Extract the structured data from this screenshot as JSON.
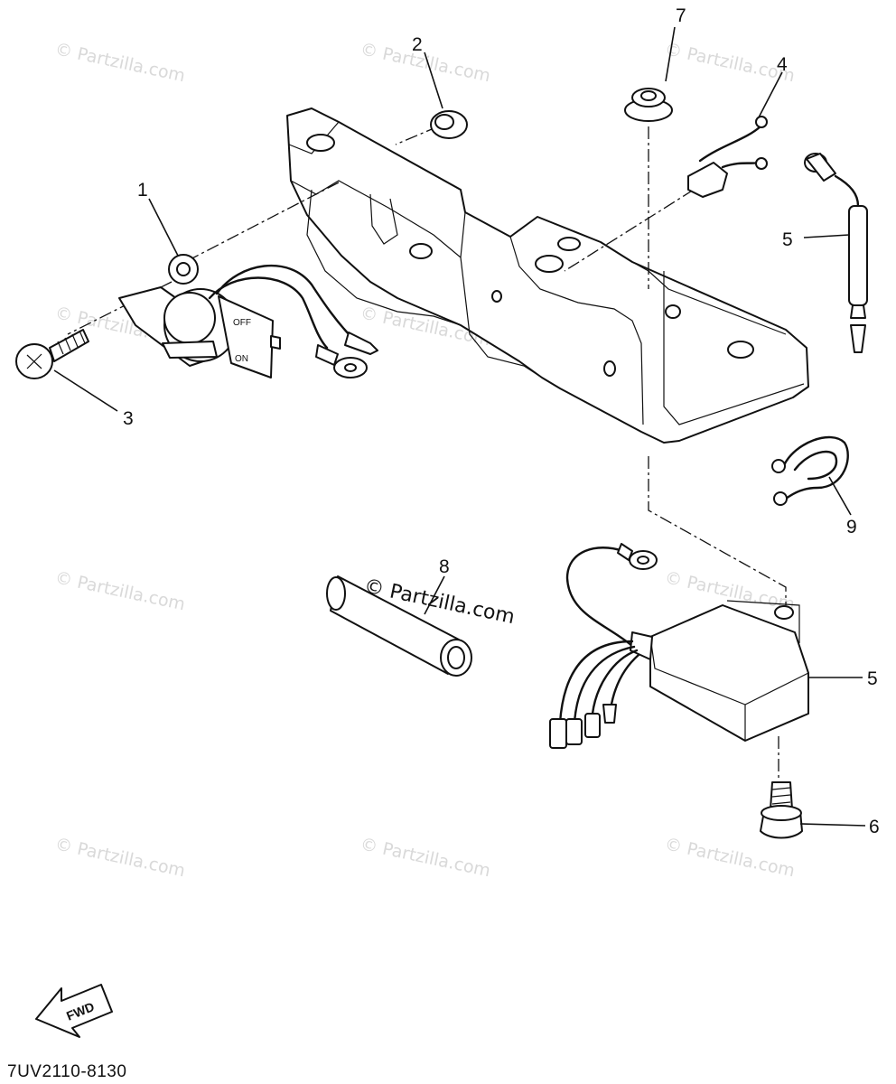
{
  "diagram": {
    "drawing_code": "7UV2110-8130",
    "direction_label": "FWD",
    "center_watermark": "© Partzilla.com",
    "background_watermark": "© Partzilla.com",
    "switch_label_off": "OFF",
    "switch_label_on": "ON",
    "callouts": [
      {
        "id": "1",
        "label": "1"
      },
      {
        "id": "2",
        "label": "2"
      },
      {
        "id": "3",
        "label": "3"
      },
      {
        "id": "4",
        "label": "4"
      },
      {
        "id": "5a",
        "label": "5"
      },
      {
        "id": "5b",
        "label": "5"
      },
      {
        "id": "6",
        "label": "6"
      },
      {
        "id": "7",
        "label": "7"
      },
      {
        "id": "8",
        "label": "8"
      },
      {
        "id": "9",
        "label": "9"
      }
    ]
  }
}
